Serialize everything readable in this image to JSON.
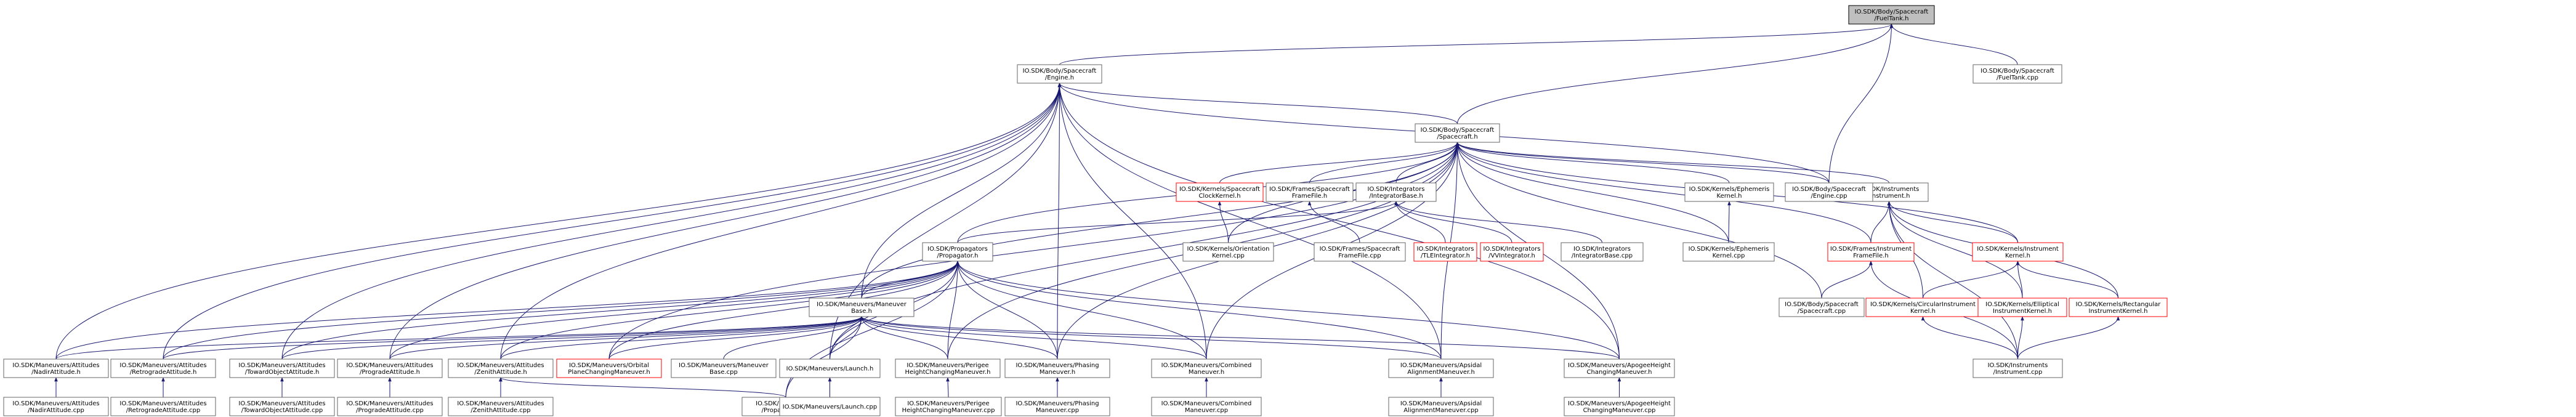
{
  "nodes": [
    {
      "id": "fueltank_h",
      "lines": [
        "IO.SDK/Body/Spacecraft",
        "/FuelTank.h"
      ],
      "style": "root",
      "link": false
    },
    {
      "id": "engine_h",
      "lines": [
        "IO.SDK/Body/Spacecraft",
        "/Engine.h"
      ],
      "style": "normal",
      "link": true
    },
    {
      "id": "spacecraft_h",
      "lines": [
        "IO.SDK/Body/Spacecraft",
        "/Spacecraft.h"
      ],
      "style": "normal",
      "link": true
    },
    {
      "id": "fueltank_cpp",
      "lines": [
        "IO.SDK/Body/Spacecraft",
        "/FuelTank.cpp"
      ],
      "style": "normal",
      "link": true
    },
    {
      "id": "clockkernel_h",
      "lines": [
        "IO.SDK/Kernels/Spacecraft",
        "ClockKernel.h"
      ],
      "style": "red",
      "link": true
    },
    {
      "id": "sc_framefile_h",
      "lines": [
        "IO.SDK/Frames/Spacecraft",
        "FrameFile.h"
      ],
      "style": "normal",
      "link": true
    },
    {
      "id": "integratorbase_h",
      "lines": [
        "IO.SDK/Integrators",
        "/IntegratorBase.h"
      ],
      "style": "normal",
      "link": true
    },
    {
      "id": "ephemeriskernel_h",
      "lines": [
        "IO.SDK/Kernels/Ephemeris",
        "Kernel.h"
      ],
      "style": "normal",
      "link": true
    },
    {
      "id": "instrument_h",
      "lines": [
        "IO.SDK/Instruments",
        "/Instrument.h"
      ],
      "style": "normal",
      "link": true
    },
    {
      "id": "engine_cpp",
      "lines": [
        "IO.SDK/Body/Spacecraft",
        "/Engine.cpp"
      ],
      "style": "normal",
      "link": true
    },
    {
      "id": "propagator_h",
      "lines": [
        "IO.SDK/Propagators",
        "/Propagator.h"
      ],
      "style": "normal",
      "link": true
    },
    {
      "id": "orientationkernel_cpp",
      "lines": [
        "IO.SDK/Kernels/Orientation",
        "Kernel.cpp"
      ],
      "style": "normal",
      "link": true
    },
    {
      "id": "sc_framefile_cpp",
      "lines": [
        "IO.SDK/Frames/Spacecraft",
        "FrameFile.cpp"
      ],
      "style": "normal",
      "link": true
    },
    {
      "id": "tleintegrator_h",
      "lines": [
        "IO.SDK/Integrators",
        "/TLEIntegrator.h"
      ],
      "style": "red",
      "link": true
    },
    {
      "id": "vvintegrator_h",
      "lines": [
        "IO.SDK/Integrators",
        "/VVIntegrator.h"
      ],
      "style": "red",
      "link": true
    },
    {
      "id": "integratorbase_cpp",
      "lines": [
        "IO.SDK/Integrators",
        "/IntegratorBase.cpp"
      ],
      "style": "normal",
      "link": true
    },
    {
      "id": "ephemeriskernel_cpp",
      "lines": [
        "IO.SDK/Kernels/Ephemeris",
        "Kernel.cpp"
      ],
      "style": "normal",
      "link": true
    },
    {
      "id": "inst_framefile_h",
      "lines": [
        "IO.SDK/Frames/Instrument",
        "FrameFile.h"
      ],
      "style": "red",
      "link": true
    },
    {
      "id": "instrumentkernel_h",
      "lines": [
        "IO.SDK/Kernels/Instrument",
        "Kernel.h"
      ],
      "style": "red",
      "link": true
    },
    {
      "id": "maneuverbase_h",
      "lines": [
        "IO.SDK/Maneuvers/Maneuver",
        "Base.h"
      ],
      "style": "normal",
      "link": true
    },
    {
      "id": "spacecraft_cpp",
      "lines": [
        "IO.SDK/Body/Spacecraft",
        "/Spacecraft.cpp"
      ],
      "style": "normal",
      "link": true
    },
    {
      "id": "circularkernel_h",
      "lines": [
        "IO.SDK/Kernels/CircularInstrument",
        "Kernel.h"
      ],
      "style": "red",
      "link": true
    },
    {
      "id": "ellipticalkernel_h",
      "lines": [
        "IO.SDK/Kernels/Elliptical",
        "InstrumentKernel.h"
      ],
      "style": "red",
      "link": true
    },
    {
      "id": "rectangularkernel_h",
      "lines": [
        "IO.SDK/Kernels/Rectangular",
        "InstrumentKernel.h"
      ],
      "style": "red",
      "link": true
    },
    {
      "id": "nadir_h",
      "lines": [
        "IO.SDK/Maneuvers/Attitudes",
        "/NadirAttitude.h"
      ],
      "style": "normal",
      "link": true
    },
    {
      "id": "retrograde_h",
      "lines": [
        "IO.SDK/Maneuvers/Attitudes",
        "/RetrogradeAttitude.h"
      ],
      "style": "normal",
      "link": true
    },
    {
      "id": "toward_h",
      "lines": [
        "IO.SDK/Maneuvers/Attitudes",
        "/TowardObjectAttitude.h"
      ],
      "style": "normal",
      "link": true
    },
    {
      "id": "prograde_h",
      "lines": [
        "IO.SDK/Maneuvers/Attitudes",
        "/ProgradeAttitude.h"
      ],
      "style": "normal",
      "link": true
    },
    {
      "id": "zenith_h",
      "lines": [
        "IO.SDK/Maneuvers/Attitudes",
        "/ZenithAttitude.h"
      ],
      "style": "normal",
      "link": true
    },
    {
      "id": "orbitalplane_h",
      "lines": [
        "IO.SDK/Maneuvers/Orbital",
        "PlaneChangingManeuver.h"
      ],
      "style": "red",
      "link": true
    },
    {
      "id": "maneuverbase_cpp",
      "lines": [
        "IO.SDK/Maneuvers/Maneuver",
        "Base.cpp"
      ],
      "style": "normal",
      "link": true
    },
    {
      "id": "launch_h",
      "lines": [
        "IO.SDK/Maneuvers/Launch.h"
      ],
      "style": "normal",
      "link": true
    },
    {
      "id": "perigee_h",
      "lines": [
        "IO.SDK/Maneuvers/Perigee",
        "HeightChangingManeuver.h"
      ],
      "style": "normal",
      "link": true
    },
    {
      "id": "phasing_h",
      "lines": [
        "IO.SDK/Maneuvers/Phasing",
        "Maneuver.h"
      ],
      "style": "normal",
      "link": true
    },
    {
      "id": "combined_h",
      "lines": [
        "IO.SDK/Maneuvers/Combined",
        "Maneuver.h"
      ],
      "style": "normal",
      "link": true
    },
    {
      "id": "apsidal_h",
      "lines": [
        "IO.SDK/Maneuvers/Apsidal",
        "AlignmentManeuver.h"
      ],
      "style": "normal",
      "link": true
    },
    {
      "id": "apogee_h",
      "lines": [
        "IO.SDK/Maneuvers/ApogeeHeight",
        "ChangingManeuver.h"
      ],
      "style": "normal",
      "link": true
    },
    {
      "id": "instrument_cpp",
      "lines": [
        "IO.SDK/Instruments",
        "/Instrument.cpp"
      ],
      "style": "normal",
      "link": true
    },
    {
      "id": "nadir_cpp",
      "lines": [
        "IO.SDK/Maneuvers/Attitudes",
        "/NadirAttitude.cpp"
      ],
      "style": "normal",
      "link": true
    },
    {
      "id": "retrograde_cpp",
      "lines": [
        "IO.SDK/Maneuvers/Attitudes",
        "/RetrogradeAttitude.cpp"
      ],
      "style": "normal",
      "link": true
    },
    {
      "id": "toward_cpp",
      "lines": [
        "IO.SDK/Maneuvers/Attitudes",
        "/TowardObjectAttitude.cpp"
      ],
      "style": "normal",
      "link": true
    },
    {
      "id": "prograde_cpp",
      "lines": [
        "IO.SDK/Maneuvers/Attitudes",
        "/ProgradeAttitude.cpp"
      ],
      "style": "normal",
      "link": true
    },
    {
      "id": "zenith_cpp",
      "lines": [
        "IO.SDK/Maneuvers/Attitudes",
        "/ZenithAttitude.cpp"
      ],
      "style": "normal",
      "link": true
    },
    {
      "id": "propagator_cpp",
      "lines": [
        "IO.SDK/Propagators",
        "/Propagator.cpp"
      ],
      "style": "normal",
      "link": true
    },
    {
      "id": "launch_cpp",
      "lines": [
        "IO.SDK/Maneuvers/Launch.cpp"
      ],
      "style": "normal",
      "link": true
    },
    {
      "id": "perigee_cpp",
      "lines": [
        "IO.SDK/Maneuvers/Perigee",
        "HeightChangingManeuver.cpp"
      ],
      "style": "normal",
      "link": true
    },
    {
      "id": "phasing_cpp",
      "lines": [
        "IO.SDK/Maneuvers/Phasing",
        "Maneuver.cpp"
      ],
      "style": "normal",
      "link": true
    },
    {
      "id": "combined_cpp",
      "lines": [
        "IO.SDK/Maneuvers/Combined",
        "Maneuver.cpp"
      ],
      "style": "normal",
      "link": true
    },
    {
      "id": "apsidal_cpp",
      "lines": [
        "IO.SDK/Maneuvers/Apsidal",
        "AlignmentManeuver.cpp"
      ],
      "style": "normal",
      "link": true
    },
    {
      "id": "apogee_cpp",
      "lines": [
        "IO.SDK/Maneuvers/ApogeeHeight",
        "ChangingManeuver.cpp"
      ],
      "style": "normal",
      "link": true
    }
  ],
  "edges": [
    [
      "fueltank_h",
      "engine_h"
    ],
    [
      "fueltank_h",
      "spacecraft_h"
    ],
    [
      "fueltank_h",
      "fueltank_cpp"
    ],
    [
      "fueltank_h",
      "engine_cpp"
    ],
    [
      "engine_h",
      "spacecraft_h"
    ],
    [
      "engine_h",
      "engine_cpp"
    ],
    [
      "engine_h",
      "maneuverbase_h"
    ],
    [
      "engine_h",
      "nadir_h"
    ],
    [
      "engine_h",
      "retrograde_h"
    ],
    [
      "engine_h",
      "toward_h"
    ],
    [
      "engine_h",
      "prograde_h"
    ],
    [
      "engine_h",
      "zenith_h"
    ],
    [
      "engine_h",
      "launch_h"
    ],
    [
      "engine_h",
      "phasing_h"
    ],
    [
      "engine_h",
      "combined_h"
    ],
    [
      "engine_h",
      "apsidal_h"
    ],
    [
      "engine_h",
      "apogee_h"
    ],
    [
      "spacecraft_h",
      "clockkernel_h"
    ],
    [
      "spacecraft_h",
      "sc_framefile_h"
    ],
    [
      "spacecraft_h",
      "integratorbase_h"
    ],
    [
      "spacecraft_h",
      "ephemeriskernel_h"
    ],
    [
      "spacecraft_h",
      "instrument_h"
    ],
    [
      "spacecraft_h",
      "engine_cpp"
    ],
    [
      "spacecraft_h",
      "propagator_h"
    ],
    [
      "spacecraft_h",
      "orientationkernel_cpp"
    ],
    [
      "spacecraft_h",
      "inst_framefile_h"
    ],
    [
      "spacecraft_h",
      "instrumentkernel_h"
    ],
    [
      "spacecraft_h",
      "maneuverbase_h"
    ],
    [
      "spacecraft_h",
      "orbitalplane_h"
    ],
    [
      "spacecraft_h",
      "launch_h"
    ],
    [
      "spacecraft_h",
      "perigee_h"
    ],
    [
      "spacecraft_h",
      "phasing_h"
    ],
    [
      "spacecraft_h",
      "combined_h"
    ],
    [
      "spacecraft_h",
      "apsidal_h"
    ],
    [
      "spacecraft_h",
      "apogee_h"
    ],
    [
      "spacecraft_h",
      "spacecraft_cpp"
    ],
    [
      "spacecraft_h",
      "ephemeriskernel_cpp"
    ],
    [
      "clockkernel_h",
      "orientationkernel_cpp"
    ],
    [
      "sc_framefile_h",
      "sc_framefile_cpp"
    ],
    [
      "integratorbase_h",
      "propagator_h"
    ],
    [
      "integratorbase_h",
      "tleintegrator_h"
    ],
    [
      "integratorbase_h",
      "vvintegrator_h"
    ],
    [
      "integratorbase_h",
      "integratorbase_cpp"
    ],
    [
      "ephemeriskernel_h",
      "ephemeriskernel_cpp"
    ],
    [
      "instrument_h",
      "inst_framefile_h"
    ],
    [
      "instrument_h",
      "instrumentkernel_h"
    ],
    [
      "instrument_h",
      "circularkernel_h"
    ],
    [
      "instrument_h",
      "ellipticalkernel_h"
    ],
    [
      "instrument_h",
      "rectangularkernel_h"
    ],
    [
      "instrument_h",
      "instrument_cpp"
    ],
    [
      "propagator_h",
      "maneuverbase_h"
    ],
    [
      "propagator_h",
      "nadir_h"
    ],
    [
      "propagator_h",
      "retrograde_h"
    ],
    [
      "propagator_h",
      "toward_h"
    ],
    [
      "propagator_h",
      "prograde_h"
    ],
    [
      "propagator_h",
      "zenith_h"
    ],
    [
      "propagator_h",
      "orbitalplane_h"
    ],
    [
      "propagator_h",
      "launch_h"
    ],
    [
      "propagator_h",
      "perigee_h"
    ],
    [
      "propagator_h",
      "phasing_h"
    ],
    [
      "propagator_h",
      "combined_h"
    ],
    [
      "propagator_h",
      "apsidal_h"
    ],
    [
      "propagator_h",
      "apogee_h"
    ],
    [
      "propagator_h",
      "propagator_cpp"
    ],
    [
      "inst_framefile_h",
      "spacecraft_cpp"
    ],
    [
      "inst_framefile_h",
      "instrument_cpp"
    ],
    [
      "instrumentkernel_h",
      "circularkernel_h"
    ],
    [
      "instrumentkernel_h",
      "ellipticalkernel_h"
    ],
    [
      "instrumentkernel_h",
      "rectangularkernel_h"
    ],
    [
      "maneuverbase_h",
      "nadir_h"
    ],
    [
      "maneuverbase_h",
      "retrograde_h"
    ],
    [
      "maneuverbase_h",
      "toward_h"
    ],
    [
      "maneuverbase_h",
      "prograde_h"
    ],
    [
      "maneuverbase_h",
      "zenith_h"
    ],
    [
      "maneuverbase_h",
      "orbitalplane_h"
    ],
    [
      "maneuverbase_h",
      "maneuverbase_cpp"
    ],
    [
      "maneuverbase_h",
      "launch_h"
    ],
    [
      "maneuverbase_h",
      "perigee_h"
    ],
    [
      "maneuverbase_h",
      "phasing_h"
    ],
    [
      "maneuverbase_h",
      "combined_h"
    ],
    [
      "maneuverbase_h",
      "apsidal_h"
    ],
    [
      "maneuverbase_h",
      "apogee_h"
    ],
    [
      "maneuverbase_h",
      "propagator_cpp"
    ],
    [
      "circularkernel_h",
      "instrument_cpp"
    ],
    [
      "ellipticalkernel_h",
      "instrument_cpp"
    ],
    [
      "rectangularkernel_h",
      "instrument_cpp"
    ],
    [
      "nadir_h",
      "nadir_cpp"
    ],
    [
      "retrograde_h",
      "retrograde_cpp"
    ],
    [
      "toward_h",
      "toward_cpp"
    ],
    [
      "prograde_h",
      "prograde_cpp"
    ],
    [
      "zenith_h",
      "zenith_cpp"
    ],
    [
      "zenith_h",
      "propagator_cpp"
    ],
    [
      "launch_h",
      "launch_cpp"
    ],
    [
      "perigee_h",
      "perigee_cpp"
    ],
    [
      "phasing_h",
      "phasing_cpp"
    ],
    [
      "combined_h",
      "combined_cpp"
    ],
    [
      "apsidal_h",
      "apsidal_cpp"
    ],
    [
      "apogee_h",
      "apogee_cpp"
    ]
  ]
}
